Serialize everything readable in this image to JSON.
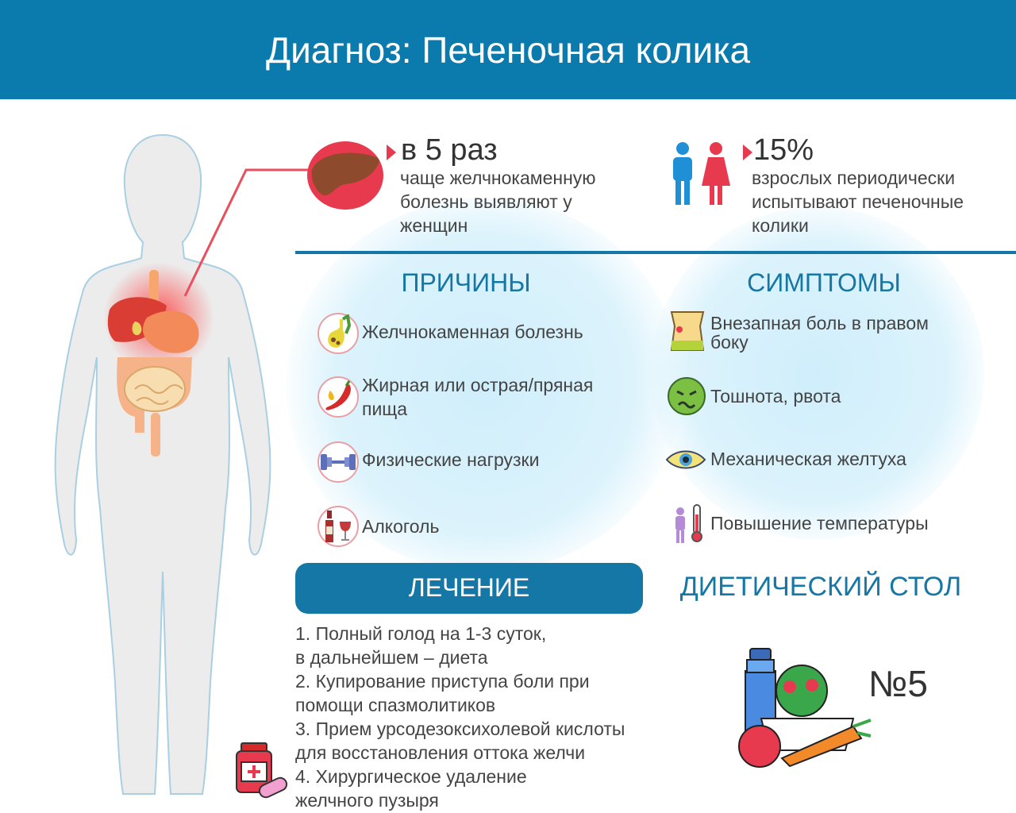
{
  "header": {
    "title": "Диагноз: Печеночная колика"
  },
  "stats": [
    {
      "value": "в 5 раз",
      "lines": [
        "чаще желчнокаменную",
        "болезнь выявляют у",
        "женщин"
      ]
    },
    {
      "value": "15%",
      "lines": [
        "взрослых периодически",
        "испытывают печеночные",
        "колики"
      ]
    }
  ],
  "causes": {
    "title": "ПРИЧИНЫ",
    "items": [
      {
        "lines": [
          "Желчнокаменная болезнь"
        ],
        "icon": "gallbladder-icon"
      },
      {
        "lines": [
          "Жирная или острая/пряная",
          "пища"
        ],
        "icon": "chili-pepper-icon"
      },
      {
        "lines": [
          "Физические нагрузки"
        ],
        "icon": "dumbbell-icon"
      },
      {
        "lines": [
          "Алкоголь"
        ],
        "icon": "wine-icon"
      }
    ]
  },
  "symptoms": {
    "title": "СИМПТОМЫ",
    "items": [
      {
        "lines": [
          "Внезапная боль в правом",
          "боку"
        ],
        "icon": "abdomen-pain-icon"
      },
      {
        "lines": [
          "Тошнота, рвота"
        ],
        "icon": "nauseous-face-icon"
      },
      {
        "lines": [
          "Механическая желтуха"
        ],
        "icon": "yellow-eye-icon"
      },
      {
        "lines": [
          "Повышение температуры"
        ],
        "icon": "thermometer-icon"
      }
    ]
  },
  "treatment": {
    "title": "ЛЕЧЕНИЕ",
    "lines": [
      "1. Полный голод на 1-3 суток,",
      "в дальнейшем – диета",
      "2. Купирование приступа боли при",
      "помощи спазмолитиков",
      "3. Прием урсодезоксихолевой кислоты",
      "для восстановления оттока желчи",
      "4. Хирургическое удаление",
      "желчного пузыря"
    ]
  },
  "diet": {
    "title": "ДИЕТИЧЕСКИЙ СТОЛ",
    "number": "№5"
  },
  "colors": {
    "header": "#0b7aad",
    "accent": "#e83a4e",
    "section": "#1577a6"
  }
}
